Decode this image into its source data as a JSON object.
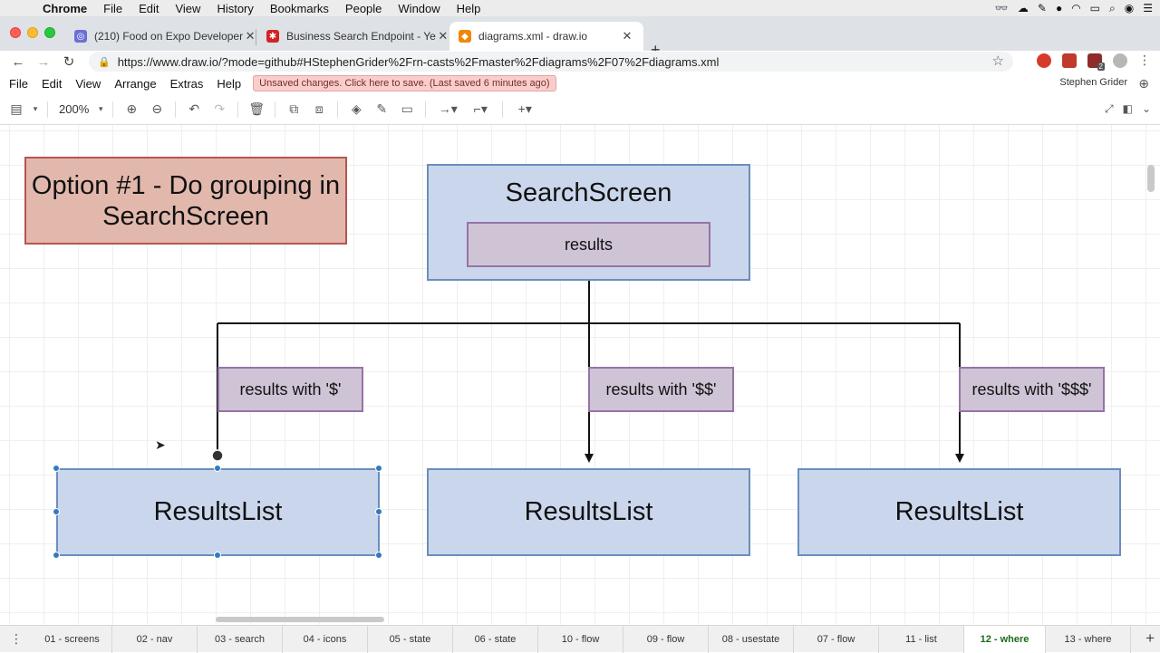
{
  "mac_menubar": {
    "app": "Chrome",
    "items": [
      "File",
      "Edit",
      "View",
      "History",
      "Bookmarks",
      "People",
      "Window",
      "Help"
    ]
  },
  "browser": {
    "tabs": [
      {
        "title": "(210) Food on Expo Developer",
        "active": false
      },
      {
        "title": "Business Search Endpoint - Ye",
        "active": false
      },
      {
        "title": "diagrams.xml - draw.io",
        "active": true
      }
    ],
    "url": "https://www.draw.io/?mode=github#HStephenGrider%2Frn-casts%2Fmaster%2Fdiagrams%2F07%2Fdiagrams.xml",
    "extension_badge": "2"
  },
  "app_menu": {
    "items": [
      "File",
      "Edit",
      "View",
      "Arrange",
      "Extras",
      "Help"
    ],
    "unsaved_notice": "Unsaved changes. Click here to save. (Last saved 6 minutes ago)",
    "user": "Stephen Grider"
  },
  "toolbar": {
    "zoom": "200%"
  },
  "diagram": {
    "option_title": "Option #1 - Do grouping in SearchScreen",
    "search_screen": "SearchScreen",
    "results": "results",
    "edge_labels": [
      "results with '$'",
      "results with '$$'",
      "results with '$$$'"
    ],
    "results_lists": [
      "ResultsList",
      "ResultsList",
      "ResultsList"
    ]
  },
  "page_tabs": {
    "items": [
      "01 - screens",
      "02 - nav",
      "03 - search",
      "04 - icons",
      "05 - state",
      "06 - state",
      "10 - flow",
      "09 - flow",
      "08 - usestate",
      "07 - flow",
      "11 - list",
      "12 - where",
      "13 - where"
    ],
    "active_index": 11
  },
  "colors": {
    "blue_fill": "#cad6ec",
    "blue_stroke": "#6c8ebf",
    "purple_fill": "#cfc4d6",
    "purple_stroke": "#9673a6",
    "red_fill": "#e2b8ad",
    "red_stroke": "#b85450"
  }
}
